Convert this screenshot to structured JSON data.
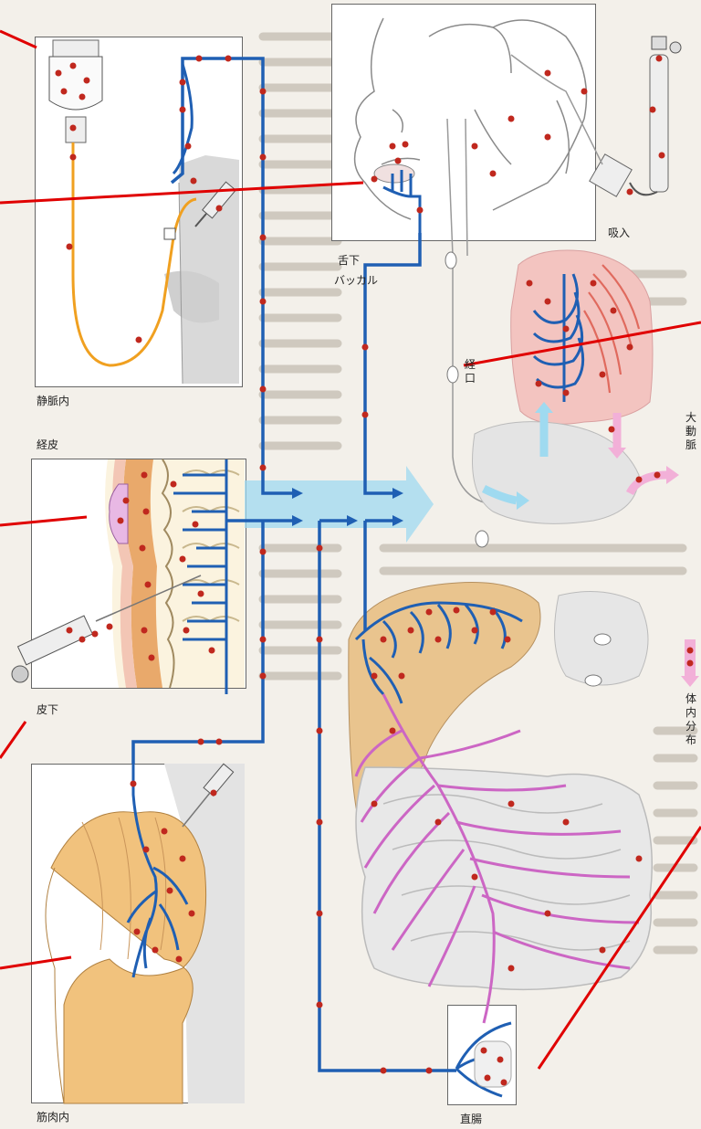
{
  "labels": {
    "iv": "静脈内",
    "transdermal": "経皮",
    "subcutaneous": "皮下",
    "intramuscular": "筋肉内",
    "sublingual": "舌下",
    "buccal": "バッカル",
    "oral": "経口",
    "inhalation": "吸入",
    "aorta": "大動脈",
    "distribution": "体内分布",
    "rectal": "直腸"
  },
  "colors": {
    "vessel_blue": "#1f5fb3",
    "vessel_pink": "#cc66c4",
    "drug_dot": "#c0281e",
    "pointer_line": "#e00000",
    "flow_arrow": "#9fdaf0",
    "lung_pink": "#f3c4c0",
    "liver_tan": "#e9c48e",
    "muscle_tan": "#f1c27d",
    "iv_tube": "#f0a020"
  }
}
